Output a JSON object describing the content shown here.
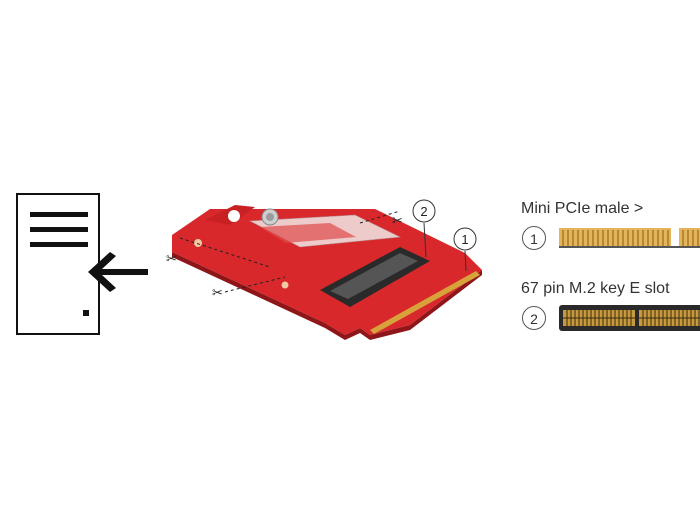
{
  "icons": {
    "document": "document-icon",
    "arrow": "left-arrow-icon",
    "scissors": "scissors-icon"
  },
  "photo": {
    "subject": "mini-pcie-to-m2-adapter-card",
    "pcb_color": "#d8282b",
    "callout_1": "1",
    "callout_2": "2"
  },
  "legend": {
    "item1_label": "Mini PCIe male >",
    "item1_number": "1",
    "item2_label": "67 pin M.2 key E slot",
    "item2_number": "2"
  }
}
